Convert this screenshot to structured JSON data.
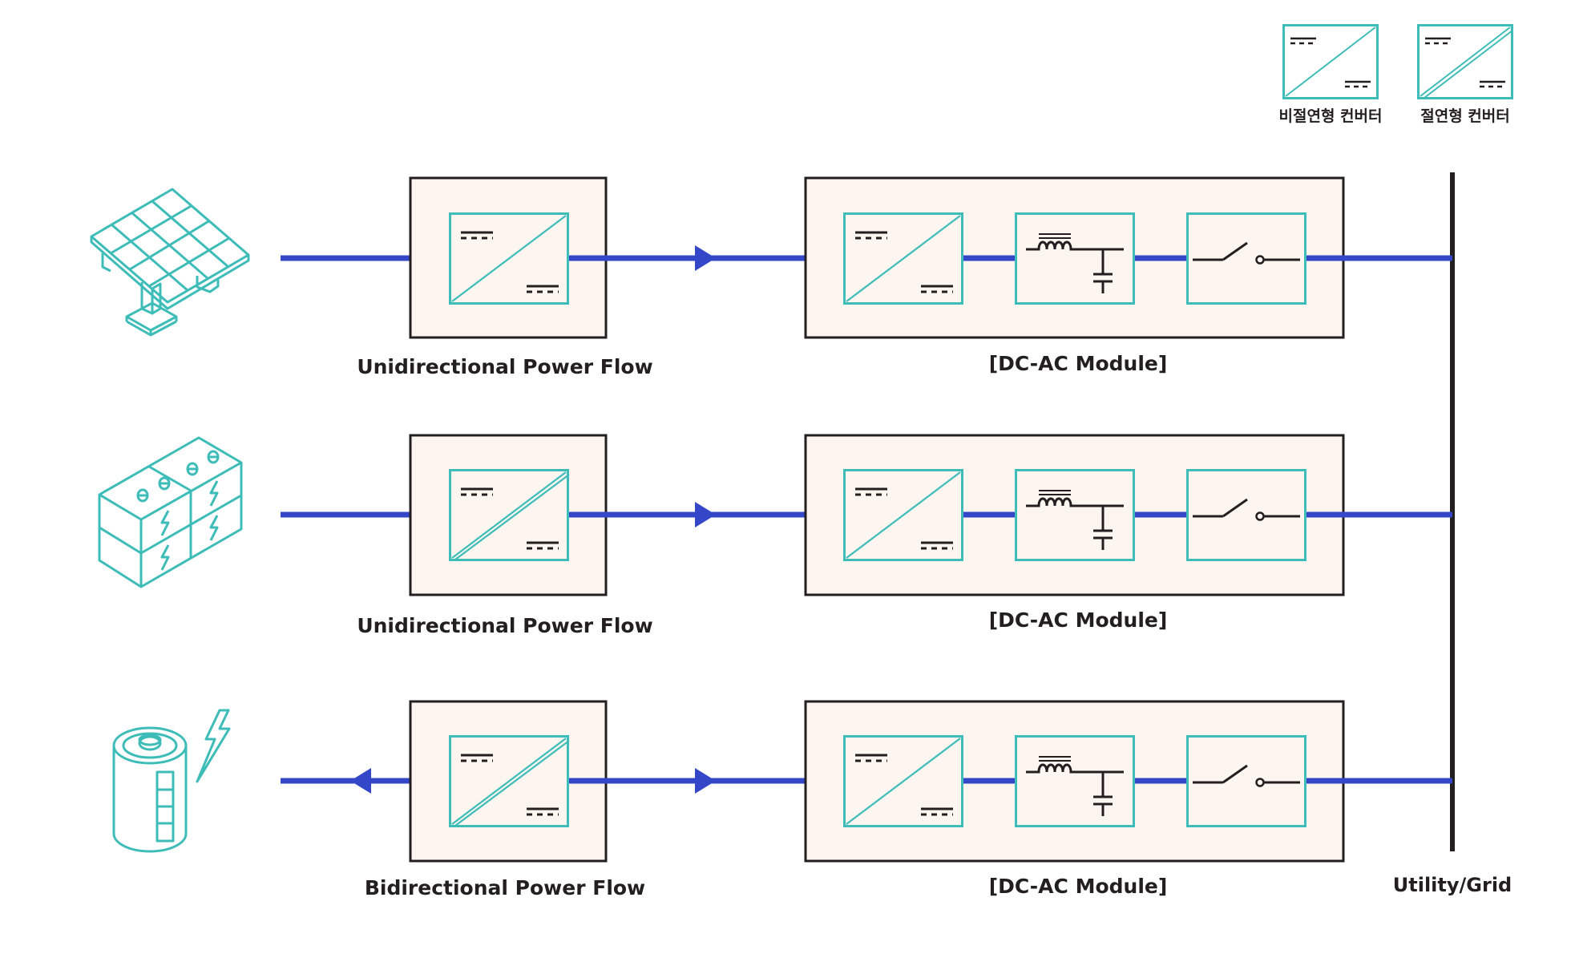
{
  "colors": {
    "teal": "#3dbcb8",
    "flow_line": "#3447c8",
    "box_fill": "#fcf5f0",
    "box_border": "#231f20",
    "text": "#231f20"
  },
  "legend": [
    {
      "label": "비절연형 컨버터",
      "type": "non-isolated"
    },
    {
      "label": "절연형 컨버터",
      "type": "isolated"
    }
  ],
  "rows": [
    {
      "source_icon": "solar-panel-icon",
      "converter_type": "non-isolated",
      "flow_label": "Unidirectional Power Flow",
      "flow": "unidirectional",
      "module_label": "[DC-AC Module]"
    },
    {
      "source_icon": "battery-rack-icon",
      "converter_type": "isolated",
      "flow_label": "Unidirectional Power Flow",
      "flow": "unidirectional",
      "module_label": "[DC-AC Module]"
    },
    {
      "source_icon": "battery-cell-icon",
      "converter_type": "isolated",
      "flow_label": "Bidirectional Power Flow",
      "flow": "bidirectional",
      "module_label": "[DC-AC Module]"
    }
  ],
  "grid_label": "Utility/Grid"
}
